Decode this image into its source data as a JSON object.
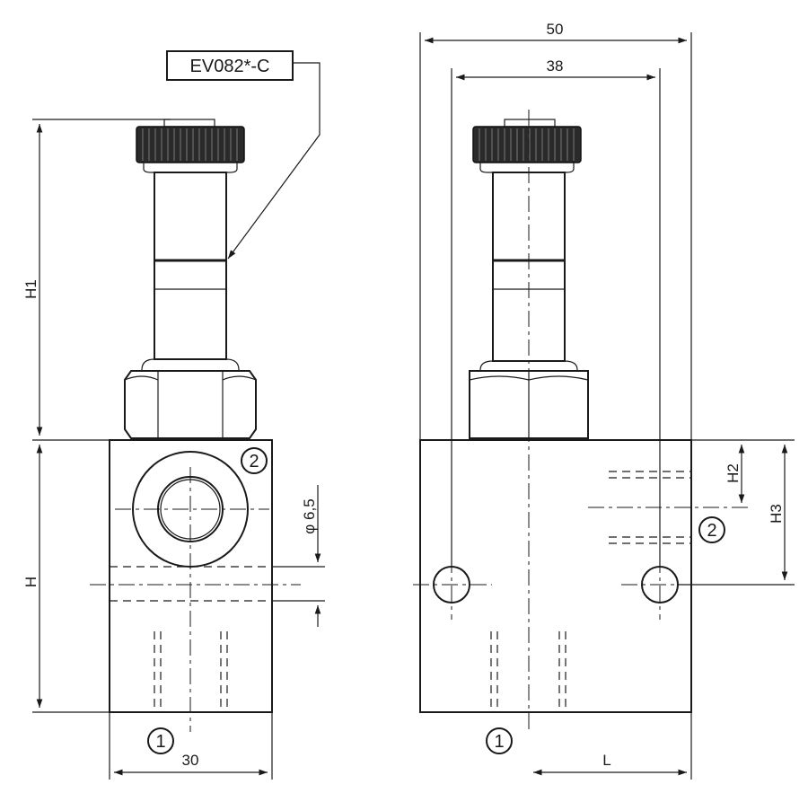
{
  "labels": {
    "model_code": "EV082*-C",
    "dim_50": "50",
    "dim_38": "38",
    "dim_30": "30",
    "dim_L": "L",
    "dim_H": "H",
    "dim_H1": "H1",
    "dim_H2": "H2",
    "dim_H3": "H3",
    "dim_diameter": "φ 6,5",
    "port_1": "1",
    "port_2": "2"
  }
}
